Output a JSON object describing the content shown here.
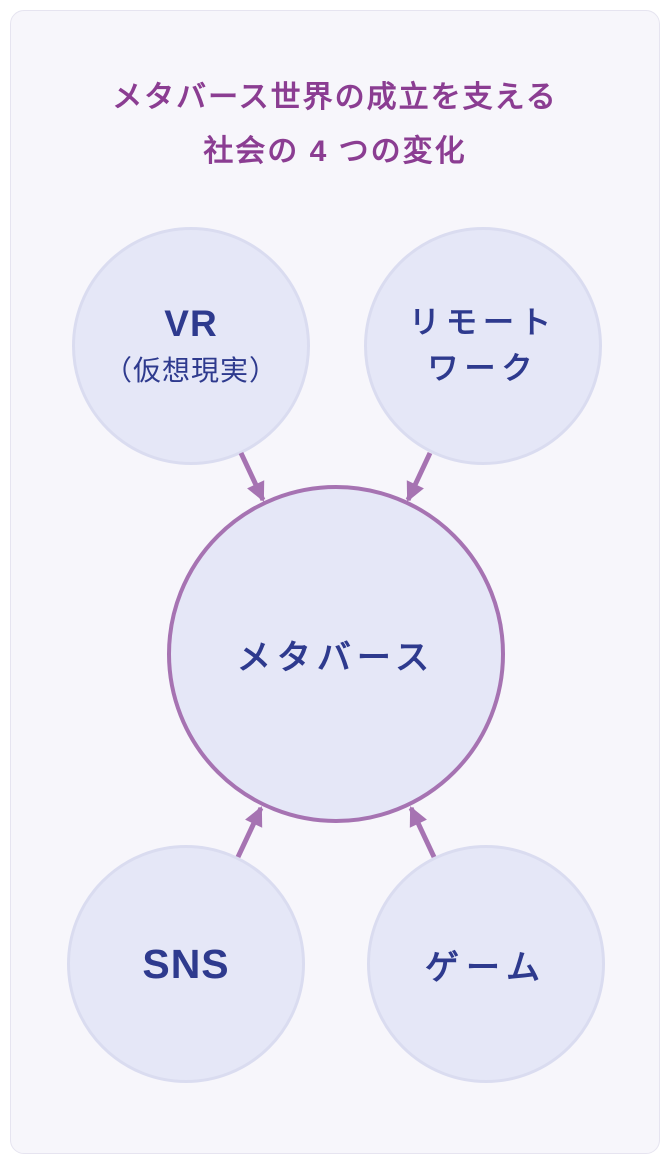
{
  "title": {
    "line1": "メタバース世界の成立を支える",
    "line2": "社会の 4 つの変化"
  },
  "diagram": {
    "center": {
      "label": "メタバース"
    },
    "nodes": {
      "vr": {
        "label": "VR",
        "sublabel": "（仮想現実）"
      },
      "remote_work": {
        "line1": "リモート",
        "line2": "ワーク"
      },
      "sns": {
        "label": "SNS"
      },
      "game": {
        "label": "ゲーム"
      }
    },
    "relationships": [
      {
        "from": "VR（仮想現実）",
        "to": "メタバース"
      },
      {
        "from": "リモートワーク",
        "to": "メタバース"
      },
      {
        "from": "SNS",
        "to": "メタバース"
      },
      {
        "from": "ゲーム",
        "to": "メタバース"
      }
    ]
  },
  "colors": {
    "page_background": "#ffffff",
    "card_background": "#f7f6fb",
    "card_border": "#e6e4f0",
    "node_fill": "#e5e7f7",
    "node_border": "#dadcf0",
    "center_border": "#a673b2",
    "arrow": "#a673b2",
    "title_text": "#8b3d92",
    "node_text": "#2e3a8e"
  }
}
